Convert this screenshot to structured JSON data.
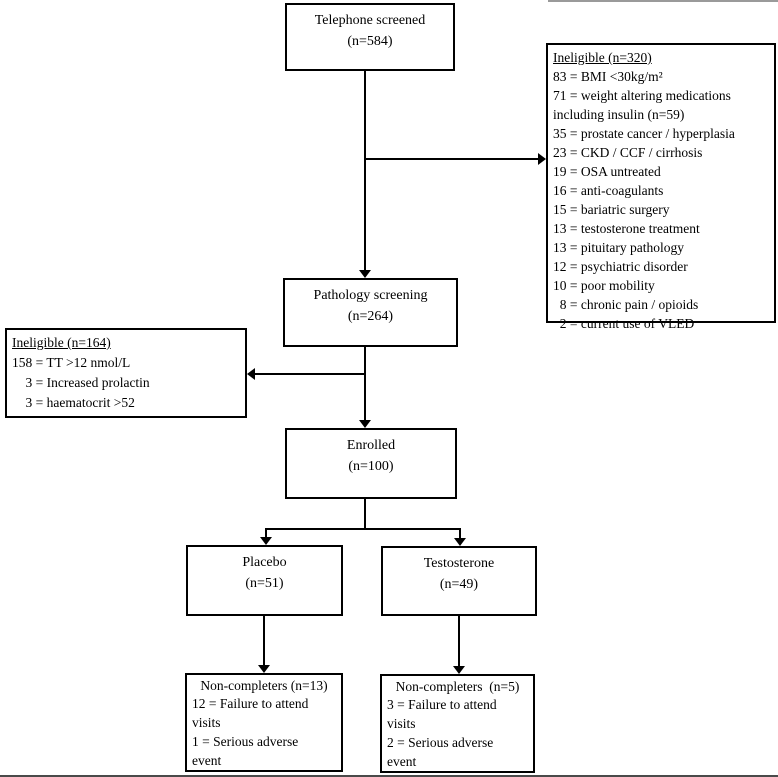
{
  "figure": {
    "boxes": {
      "telephone": {
        "line1": "Telephone screened",
        "line2": "(n=584)"
      },
      "ineligible_phone": {
        "title": "Ineligible (n=320)",
        "items": [
          "83 = BMI <30kg/m²",
          "71 = weight altering medications",
          "including insulin (n=59)",
          "35 = prostate cancer / hyperplasia",
          "23 = CKD / CCF / cirrhosis",
          "19 = OSA untreated",
          "16 = anti-coagulants",
          "15 = bariatric surgery",
          "13 = testosterone treatment",
          "13 = pituitary pathology",
          "12 = psychiatric disorder",
          "10 = poor mobility",
          "  8 = chronic pain / opioids",
          "  2 = current use of VLED"
        ]
      },
      "pathology": {
        "line1": "Pathology screening",
        "line2": "(n=264)"
      },
      "ineligible_pathology": {
        "title": "Ineligible (n=164)",
        "items": [
          "158 = TT >12 nmol/L",
          "    3 = Increased prolactin",
          "    3 = haematocrit >52"
        ]
      },
      "enrolled": {
        "line1": "Enrolled",
        "line2": "(n=100)"
      },
      "placebo": {
        "line1": "Placebo",
        "line2": "(n=51)"
      },
      "testosterone": {
        "line1": "Testosterone",
        "line2": "(n=49)"
      },
      "noncompleters_placebo": {
        "title": "Non-completers (n=13)",
        "items": [
          "12 = Failure to attend",
          "visits",
          "1 = Serious adverse",
          "event"
        ]
      },
      "noncompleters_testosterone": {
        "title": "Non-completers  (n=5)",
        "items": [
          "3 = Failure to attend",
          "visits",
          "2 = Serious adverse",
          "event"
        ]
      }
    },
    "colors": {
      "line": "#000000",
      "bottom_edge": "#4a4a4a",
      "top_edge": "#9a9a9a"
    }
  }
}
